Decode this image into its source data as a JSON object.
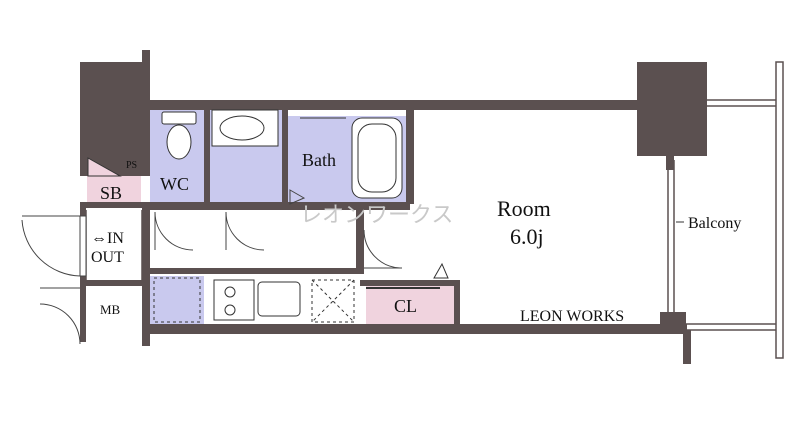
{
  "labels": {
    "wc": "WC",
    "bath": "Bath",
    "sb": "SB",
    "ps": "PS",
    "entrance_line1": "⇔IN",
    "entrance_line2": "OUT",
    "mb": "MB",
    "room_name": "Room",
    "room_size": "6.0j",
    "cl": "CL",
    "balcony": "Balcony",
    "brand": "LEON WORKS",
    "watermark": "レオンワークス"
  },
  "colors": {
    "wall": "#5b5050",
    "wet_area": "#c9c9ee",
    "storage": "#f0d3de",
    "fixture_stroke": "#333333"
  }
}
